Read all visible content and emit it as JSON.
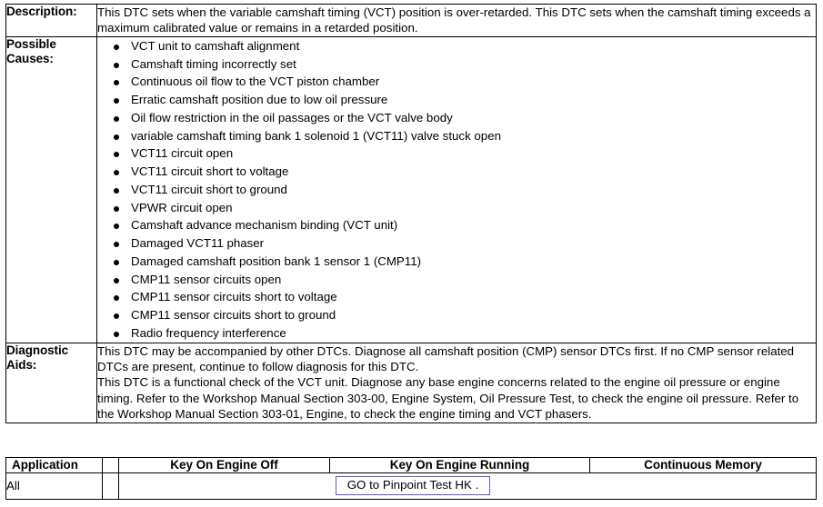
{
  "document": {
    "type": "dtc-diagnostic-table"
  },
  "rows": {
    "description": {
      "label_lines": [
        "Description:"
      ],
      "text": "This DTC sets when the variable camshaft timing (VCT) position is over-retarded. This DTC sets when the camshaft timing exceeds a maximum calibrated value or remains in a retarded position."
    },
    "possible_causes": {
      "label_lines": [
        "Possible",
        "Causes:"
      ],
      "items": [
        "VCT unit to camshaft alignment",
        "Camshaft timing incorrectly set",
        "Continuous oil flow to the VCT piston chamber",
        "Erratic camshaft position due to low oil pressure",
        "Oil flow restriction in the oil passages or the VCT valve body",
        "variable camshaft timing bank 1 solenoid 1 (VCT11) valve stuck open",
        "VCT11 circuit open",
        "VCT11 circuit short to voltage",
        "VCT11 circuit short to ground",
        "VPWR circuit open",
        "Camshaft advance mechanism binding (VCT unit)",
        "Damaged VCT11 phaser",
        "Damaged camshaft position bank 1 sensor 1 (CMP11)",
        "CMP11 sensor circuits open",
        "CMP11 sensor circuits short to voltage",
        "CMP11 sensor circuits short to ground",
        "Radio frequency interference"
      ]
    },
    "diagnostic_aids": {
      "label_lines": [
        "Diagnostic",
        "Aids:"
      ],
      "paragraphs": [
        "This DTC may be accompanied by other DTCs. Diagnose all camshaft position (CMP) sensor DTCs first. If no CMP sensor related DTCs are present, continue to follow diagnosis for this DTC.",
        "This DTC is a functional check of the VCT unit. Diagnose any base engine concerns related to the engine oil pressure or engine timing. Refer to the Workshop Manual Section 303-00, Engine System, Oil Pressure Test, to check the engine oil pressure. Refer to the Workshop Manual Section 303-01, Engine, to check the engine timing and VCT phasers."
      ]
    }
  },
  "application_table": {
    "headers": {
      "application": "Application",
      "spacer": "",
      "key_on_engine_off": "Key On Engine Off",
      "key_on_engine_running": "Key On Engine Running",
      "continuous_memory": "Continuous Memory"
    },
    "data_row": {
      "application": "All",
      "spacer": "",
      "result_link": "GO to Pinpoint Test HK ."
    }
  },
  "colors": {
    "border": "#000000",
    "link_border": "#5b5bd6",
    "text": "#000000",
    "background": "#ffffff"
  }
}
